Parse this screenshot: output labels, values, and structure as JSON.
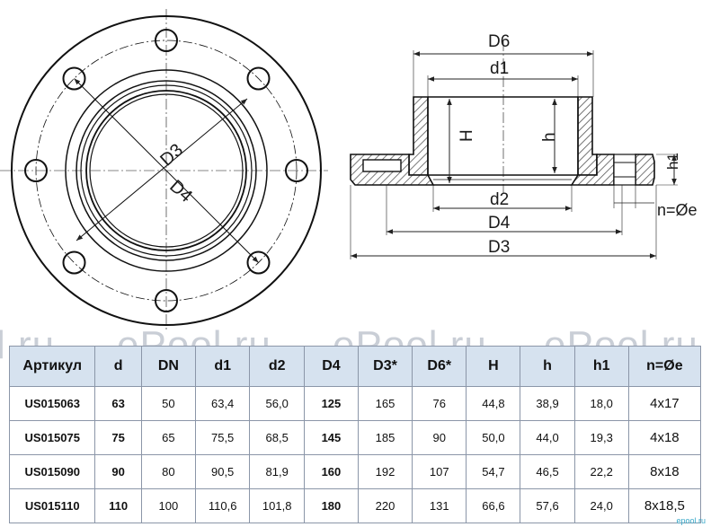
{
  "watermark": [
    "l.ru",
    "ePool.ru",
    "ePool.ru",
    "ePool.ru"
  ],
  "labels": {
    "front_d3": "D3",
    "front_d4": "D4",
    "sec_d6": "D6",
    "sec_d1": "d1",
    "sec_H": "H",
    "sec_h": "h",
    "sec_h1": "h1",
    "sec_d2": "d2",
    "sec_D4": "D4",
    "sec_D3": "D3",
    "sec_ne": "n=Øe"
  },
  "table": {
    "headers": [
      "Артикул",
      "d",
      "DN",
      "d1",
      "d2",
      "D4",
      "D3*",
      "D6*",
      "H",
      "h",
      "h1",
      "n=Øe"
    ],
    "rows": [
      [
        "US015063",
        "63",
        "50",
        "63,4",
        "56,0",
        "125",
        "165",
        "76",
        "44,8",
        "38,9",
        "18,0",
        "4x17"
      ],
      [
        "US015075",
        "75",
        "65",
        "75,5",
        "68,5",
        "145",
        "185",
        "90",
        "50,0",
        "44,0",
        "19,3",
        "4x18"
      ],
      [
        "US015090",
        "90",
        "80",
        "90,5",
        "81,9",
        "160",
        "192",
        "107",
        "54,7",
        "46,5",
        "22,2",
        "8x18"
      ],
      [
        "US015110",
        "110",
        "100",
        "110,6",
        "101,8",
        "180",
        "220",
        "131",
        "66,6",
        "57,6",
        "24,0",
        "8x18,5"
      ]
    ]
  },
  "corner_logo": "epool.ru",
  "colors": {
    "header_bg": "#d6e2ef",
    "hatch": "#555555",
    "watermark": "#c9ced6"
  }
}
